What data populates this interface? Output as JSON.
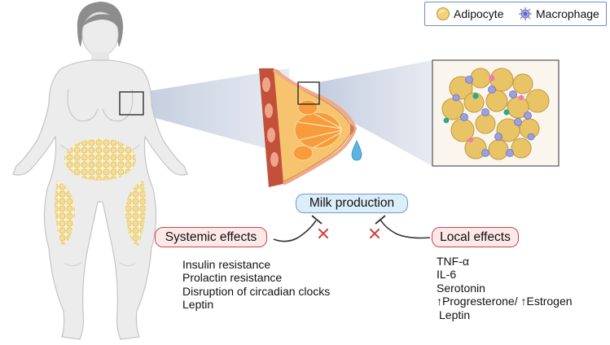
{
  "legend": {
    "items": [
      {
        "label": "Adipocyte",
        "icon": "adipocyte-icon",
        "color": "#f2d27a"
      },
      {
        "label": "Macrophage",
        "icon": "macrophage-icon",
        "color": "#9aa0e0"
      }
    ]
  },
  "center": {
    "label": "Milk production"
  },
  "systemic": {
    "title": "Systemic effects",
    "items": [
      "Insulin resistance",
      "Prolactin resistance",
      "Disruption of circadian clocks",
      "Leptin"
    ]
  },
  "local": {
    "title": "Local effects",
    "items": [
      "TNF-α",
      "IL-6",
      "Serotonin",
      "↑Progresterone/ ↑Estrogen",
      "Leptin"
    ]
  },
  "colors": {
    "systemic_border": "#c9484c",
    "systemic_fill": "#fde8e8",
    "milk_border": "#6d9cc8",
    "milk_fill": "#dceefa",
    "inhibit_x": "#d9453d",
    "fat_fill": "#f4dd96"
  }
}
